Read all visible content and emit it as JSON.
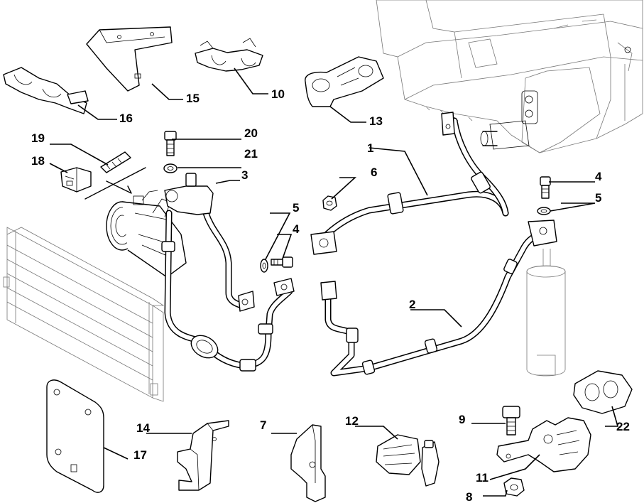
{
  "colors": {
    "line": "#000000",
    "background": "#ffffff"
  },
  "callouts": [
    {
      "id": "c1",
      "label": "1"
    },
    {
      "id": "c2",
      "label": "2"
    },
    {
      "id": "c3",
      "label": "3"
    },
    {
      "id": "c4a",
      "label": "4"
    },
    {
      "id": "c4b",
      "label": "4"
    },
    {
      "id": "c5a",
      "label": "5"
    },
    {
      "id": "c5b",
      "label": "5"
    },
    {
      "id": "c6",
      "label": "6"
    },
    {
      "id": "c7",
      "label": "7"
    },
    {
      "id": "c8",
      "label": "8"
    },
    {
      "id": "c9",
      "label": "9"
    },
    {
      "id": "c10",
      "label": "10"
    },
    {
      "id": "c11",
      "label": "11"
    },
    {
      "id": "c12",
      "label": "12"
    },
    {
      "id": "c13",
      "label": "13"
    },
    {
      "id": "c14",
      "label": "14"
    },
    {
      "id": "c15",
      "label": "15"
    },
    {
      "id": "c16",
      "label": "16"
    },
    {
      "id": "c17",
      "label": "17"
    },
    {
      "id": "c18",
      "label": "18"
    },
    {
      "id": "c19",
      "label": "19"
    },
    {
      "id": "c20",
      "label": "20"
    },
    {
      "id": "c21",
      "label": "21"
    },
    {
      "id": "c22",
      "label": "22"
    }
  ]
}
